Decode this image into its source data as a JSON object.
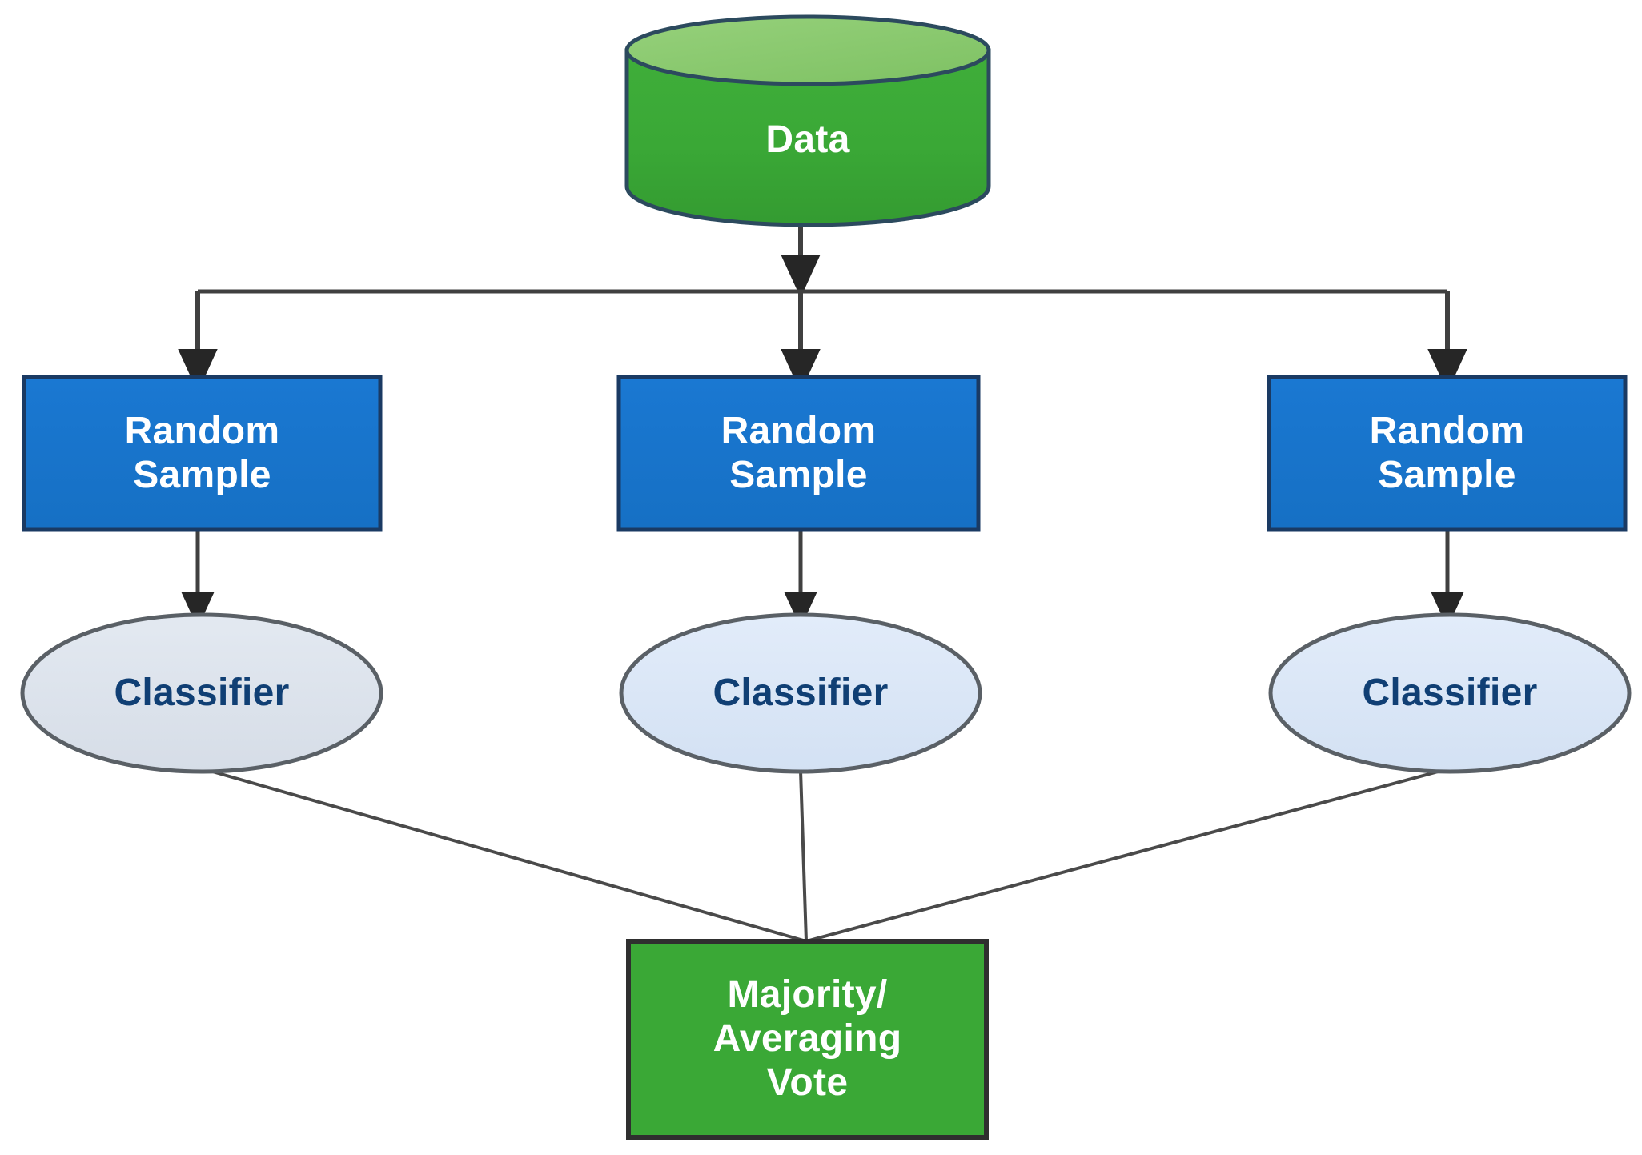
{
  "diagram": {
    "title": "Random Forest / Bagging Ensemble Flow Diagram",
    "background_color": "#ffffff",
    "colors": {
      "cylinder_body": "#3aa836",
      "cylinder_top": "#8cc96f",
      "cylinder_border": "#2c4a5e",
      "box_blue_fill": "#1874cd",
      "box_blue_border": "#1a3a63",
      "ellipse_fill_side": "#dde4ec",
      "ellipse_fill_center": "#dae6f5",
      "ellipse_border": "#5a6066",
      "ellipse_text": "#103f74",
      "box_green_fill": "#3aa836",
      "box_green_border": "#2f2f2f",
      "connector": "#404040",
      "white_text": "#ffffff"
    },
    "nodes": {
      "data_source": {
        "label": "Data",
        "shape": "cylinder"
      },
      "samples": [
        {
          "label": "Random\nSample",
          "shape": "rectangle"
        },
        {
          "label": "Random\nSample",
          "shape": "rectangle"
        },
        {
          "label": "Random\nSample",
          "shape": "rectangle"
        }
      ],
      "classifiers": [
        {
          "label": "Classifier",
          "shape": "ellipse"
        },
        {
          "label": "Classifier",
          "shape": "ellipse"
        },
        {
          "label": "Classifier",
          "shape": "ellipse"
        }
      ],
      "aggregator": {
        "label": "Majority/\nAveraging\nVote",
        "shape": "rectangle"
      }
    },
    "edges": [
      {
        "from": "data_source",
        "to": "split-bus",
        "style": "arrow"
      },
      {
        "from": "split-bus",
        "to": "sample-left",
        "style": "arrow"
      },
      {
        "from": "split-bus",
        "to": "sample-center",
        "style": "arrow"
      },
      {
        "from": "split-bus",
        "to": "sample-right",
        "style": "arrow"
      },
      {
        "from": "sample-left",
        "to": "classifier-left",
        "style": "arrow"
      },
      {
        "from": "sample-center",
        "to": "classifier-center",
        "style": "arrow"
      },
      {
        "from": "sample-right",
        "to": "classifier-right",
        "style": "arrow"
      },
      {
        "from": "classifier-left",
        "to": "aggregator",
        "style": "line"
      },
      {
        "from": "classifier-center",
        "to": "aggregator",
        "style": "line"
      },
      {
        "from": "classifier-right",
        "to": "aggregator",
        "style": "line"
      }
    ]
  }
}
